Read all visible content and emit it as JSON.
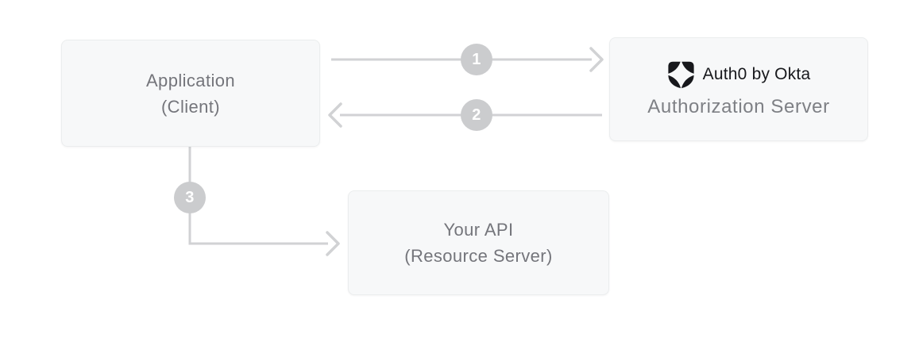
{
  "diagram": {
    "title_semantic": "OAuth authorization flow diagram",
    "nodes": {
      "application": {
        "title": "Application",
        "subtitle": "(Client)"
      },
      "authorization_server": {
        "brand": "Auth0 by Okta",
        "label": "Authorization Server"
      },
      "api": {
        "title": "Your API",
        "subtitle": "(Resource Server)"
      }
    },
    "steps": [
      "1",
      "2",
      "3"
    ],
    "icons": {
      "auth0_logo": "auth0-shield-icon"
    },
    "colors": {
      "node_fill": "#f7f8f9",
      "node_border": "#ebedee",
      "node_text": "#74757b",
      "arrow": "#d1d2d4",
      "step_badge_fill": "#cbccce",
      "step_badge_text": "#ffffff",
      "brand_text": "#17181c"
    }
  }
}
